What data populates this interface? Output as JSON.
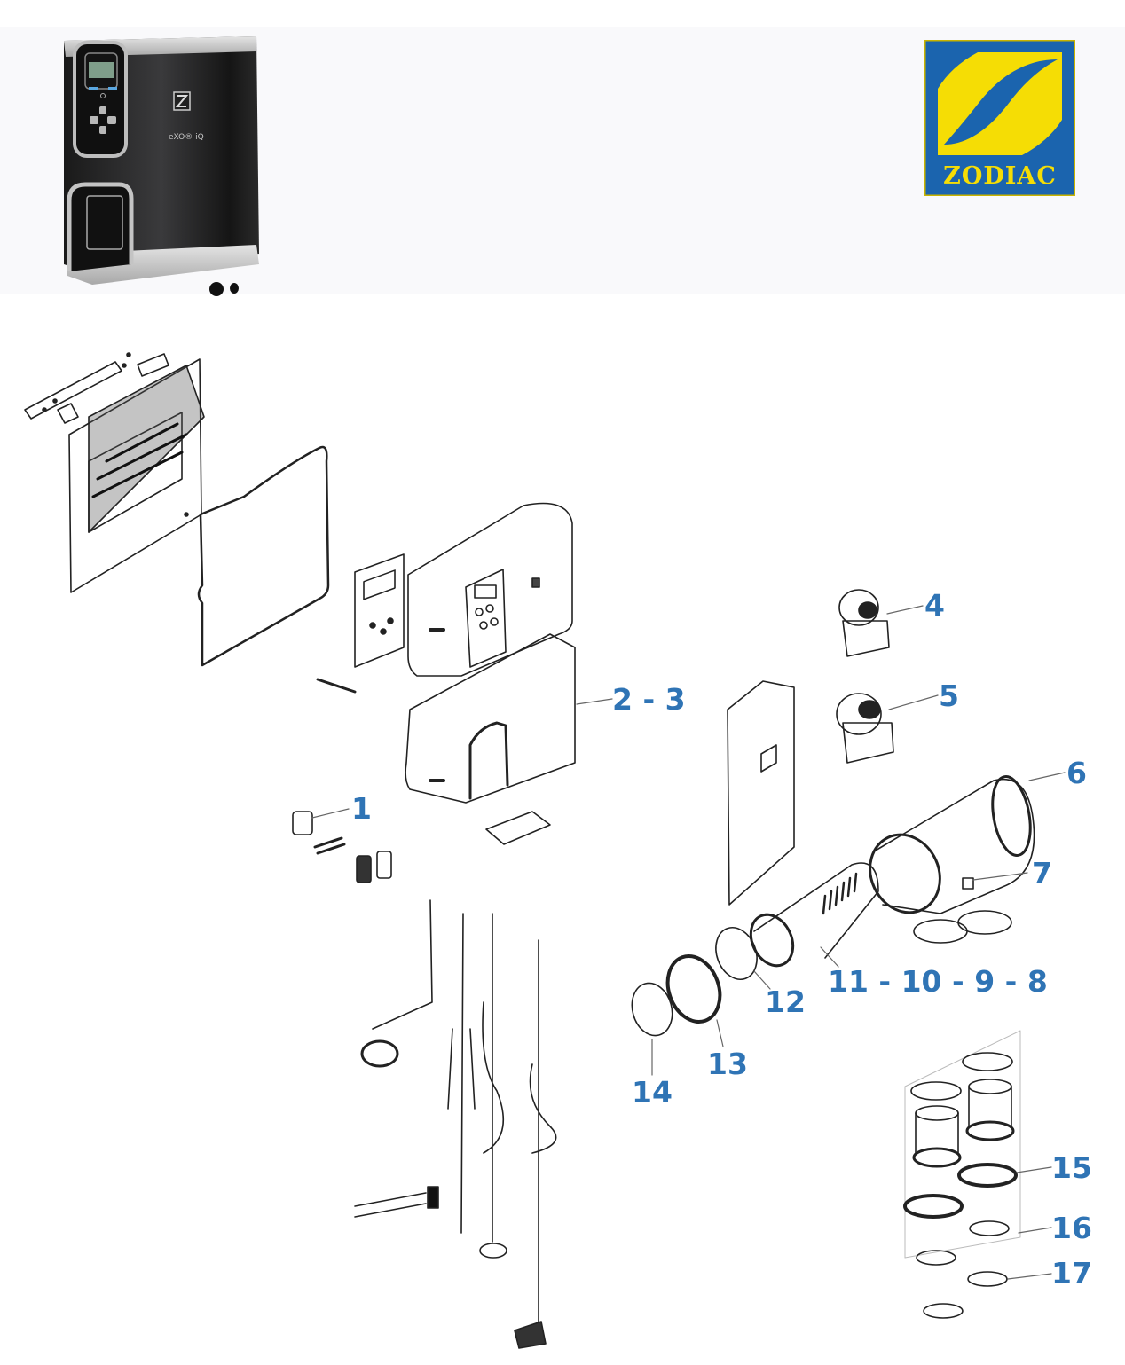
{
  "product": {
    "model_label": "eXO iQ",
    "model_superscript": "®",
    "image_alt": "Zodiac eXO iQ salt chlorinator"
  },
  "brand": {
    "name": "ZODIAC",
    "colors": {
      "blue": "#1b64ae",
      "yellow": "#f5dd05",
      "frame": "#c8b400"
    }
  },
  "diagram": {
    "title": "Exploded parts diagram",
    "label_color": "#2f74b5",
    "callouts": [
      {
        "id": "1",
        "text": "1"
      },
      {
        "id": "2-3",
        "text": "2 - 3"
      },
      {
        "id": "4",
        "text": "4"
      },
      {
        "id": "5",
        "text": "5"
      },
      {
        "id": "6",
        "text": "6"
      },
      {
        "id": "7",
        "text": "7"
      },
      {
        "id": "11-10-9-8",
        "text": "11 - 10 - 9 - 8"
      },
      {
        "id": "12",
        "text": "12"
      },
      {
        "id": "13",
        "text": "13"
      },
      {
        "id": "14",
        "text": "14"
      },
      {
        "id": "15",
        "text": "15"
      },
      {
        "id": "16",
        "text": "16"
      },
      {
        "id": "17",
        "text": "17"
      }
    ]
  }
}
